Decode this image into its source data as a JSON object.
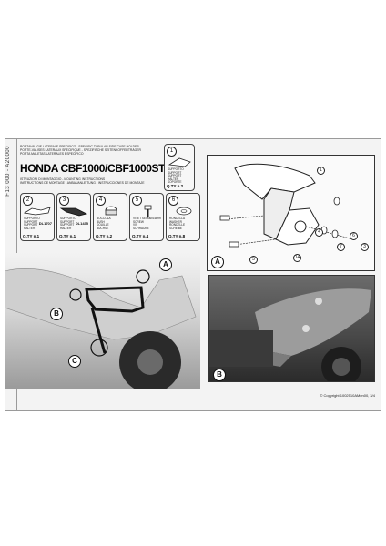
{
  "document": {
    "code_strip": "F13 000 - A20000",
    "header_lines": [
      "PORTAVALIGIE LATERALE SPECIFICO - SPECIFIC TUBULAR SIDE CASE HOLDER",
      "PORTE-VALISES LATERAUX SPECIFIQUE - SPEZIFISCHE SEITENKOFFERTRÄGER",
      "PORTA MALETAS LATERALES ESPECIFICO"
    ],
    "title": "HONDA CBF1000/CBF1000ST",
    "install_lines": [
      "ISTRUZIONI DI MONTAGGIO - MOUNTING INSTRUCTIONS",
      "INSTRUCTIONS DE MONTAGE - ANBAUANLEITUNG - INSTRUCCIONES DE MONTAJE"
    ],
    "kits": [
      {
        "num": "1",
        "label": "SUPPORTO\nSUPPORT\nSUPPORT\nHALTER\nSOPORTE",
        "qty": "Q.TY n.2",
        "code": ""
      },
      {
        "num": "2",
        "label": "SUPPORTO\nSUPPORT\nSUPPORT\nHALTER",
        "qty": "Q.TY n.1",
        "code": "DL1707"
      },
      {
        "num": "3",
        "label": "SUPPORTO\nSUPPORT\nSUPPORT\nHALTER",
        "qty": "Q.TY n.1",
        "code": "DL1435"
      },
      {
        "num": "4",
        "label": "BOCCOLA\nBUSH\nDOUILLE\nBUCHSE",
        "qty": "Q.TY n.2",
        "code": ""
      },
      {
        "num": "5",
        "label": "VITE TSEI M6x16mm\nSCREW\nVIS\nSCHRAUBE",
        "qty": "Q.TY n.4",
        "code": ""
      },
      {
        "num": "6",
        "label": "RONDELLA\nWASHER\nRONDELLE\nSCHEIBE",
        "qty": "Q.TY n.8",
        "code": ""
      }
    ],
    "kit1_qty_top": "Q.TY n.2",
    "callouts": {
      "a": "A",
      "b": "B",
      "c": "C"
    },
    "panel_a_label": "A",
    "panel_b_label": "B",
    "part_numbers": [
      "1",
      "3",
      "4",
      "5",
      "6",
      "7",
      "14"
    ],
    "copyright": "© Copyright 1002510AMen00, 3/4"
  }
}
